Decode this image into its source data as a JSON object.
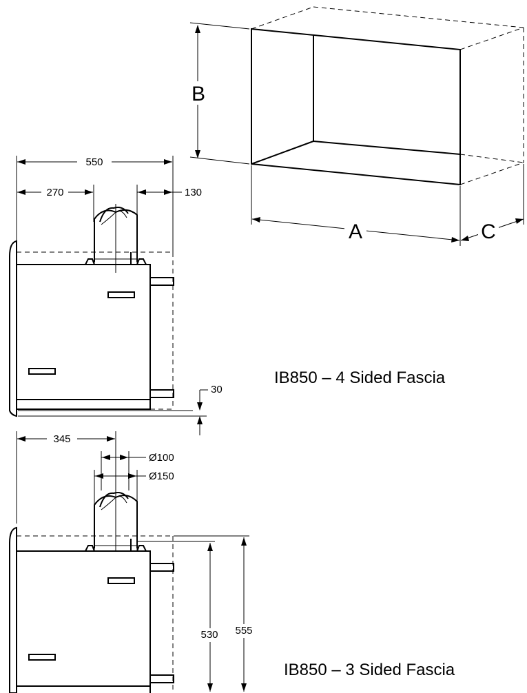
{
  "box_diagram": {
    "label_a": "A",
    "label_b": "B",
    "label_c": "C"
  },
  "dimensions": {
    "overall_width": "550",
    "flue_offset": "270",
    "flue_to_back": "130",
    "base_gap": "30",
    "flue_center": "345",
    "inner_flue_dia": "Ø100",
    "outer_flue_dia": "Ø150",
    "height_body": "530",
    "height_total": "555"
  },
  "captions": {
    "four_sided": "IB850 – 4 Sided Fascia",
    "three_sided": "IB850 – 3 Sided Fascia"
  }
}
